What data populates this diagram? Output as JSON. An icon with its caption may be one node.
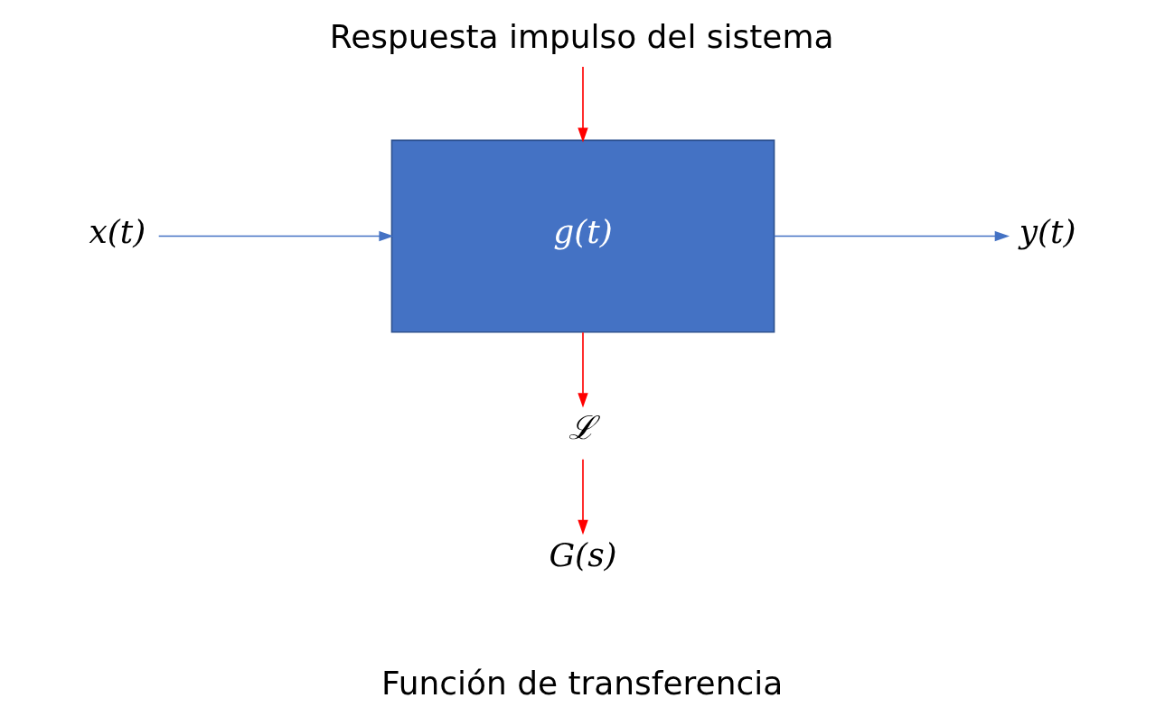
{
  "diagram": {
    "nodes": [
      {
        "text": [
          "Respuesta impulso del sistema"
        ]
      },
      {
        "text": [
          "g(t)"
        ]
      },
      {
        "text": [
          "x(t)"
        ]
      },
      {
        "text": [
          "y(t)"
        ]
      },
      {
        "text": [
          "ℒ"
        ]
      },
      {
        "text": [
          "G(s)"
        ],
        "beside": [
          "Función de transferencia"
        ]
      }
    ],
    "edges": [
      {
        "from": 0,
        "to": 1,
        "arrow": "to",
        "color": "#ff0000"
      },
      {
        "from": 2,
        "to": 1,
        "arrow": "to",
        "color": "#4472c4"
      },
      {
        "from": 1,
        "to": 3,
        "arrow": "to",
        "color": "#4472c4"
      },
      {
        "from": 1,
        "to": 4,
        "arrow": "to",
        "color": "#ff0000"
      },
      {
        "from": 4,
        "to": 5,
        "arrow": "to",
        "color": "#ff0000"
      }
    ]
  }
}
